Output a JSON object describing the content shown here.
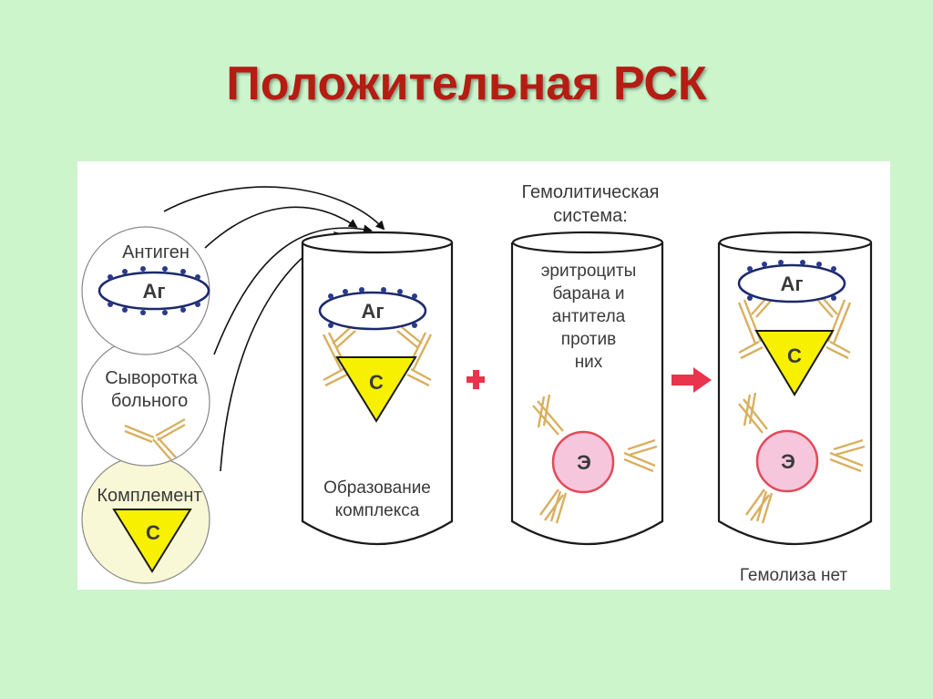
{
  "title": "Положительная РСК",
  "labels": {
    "antigen": "Антиген",
    "ag": "Аг",
    "serum_line1": "Сыворотка",
    "serum_line2": "больного",
    "complement": "Комплемент",
    "c": "С",
    "hemolytic_line1": "Гемолитическая",
    "hemolytic_line2": "система:",
    "tube2_line1": "эритроциты",
    "tube2_line2": "барана и",
    "tube2_line3": "антитела",
    "tube2_line4": "против",
    "tube2_line5": "них",
    "e": "Э",
    "tube1_caption_line1": "Образование",
    "tube1_caption_line2": "комплекса",
    "result": "Гемолиза нет"
  },
  "colors": {
    "background": "#ccf5cc",
    "title": "#b51c12",
    "triangle": "#f7f000",
    "antibody": "#d8b060",
    "antigen_dots": "#2a3a8c",
    "erythrocyte_fill": "#f6c6dc",
    "erythrocyte_stroke": "#e24a5a",
    "arrow_red": "#e8344c",
    "complement_circle": "#f8f8d6"
  }
}
